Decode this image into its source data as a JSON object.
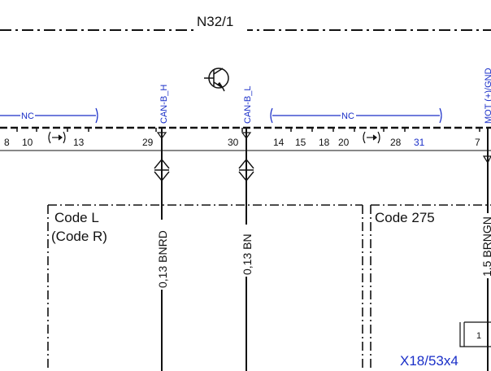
{
  "component": "N32/1",
  "colors": {
    "line": "#111111",
    "accent": "#1a2fc8"
  },
  "nc_label": "NC",
  "signals": {
    "can_high": "CAN-B_H",
    "can_low": "CAN-B_L",
    "mot": "MOT (+)/GND"
  },
  "pins": [
    "8",
    "10",
    "13",
    "29",
    "30",
    "14",
    "15",
    "18",
    "20",
    "28",
    "31",
    "7"
  ],
  "wires": {
    "left": "0,13 BNRD",
    "right": "0,13 BN",
    "far_right": "1,5 BRNGN"
  },
  "codes": {
    "left_line1": "Code L",
    "left_line2": "(Code R)",
    "right": "Code 275"
  },
  "connector": {
    "label": "X18/53x4",
    "pin": "1"
  },
  "icons": [
    "transistor-icon",
    "bridge-symbol-icon",
    "wire-coupling-icon"
  ]
}
